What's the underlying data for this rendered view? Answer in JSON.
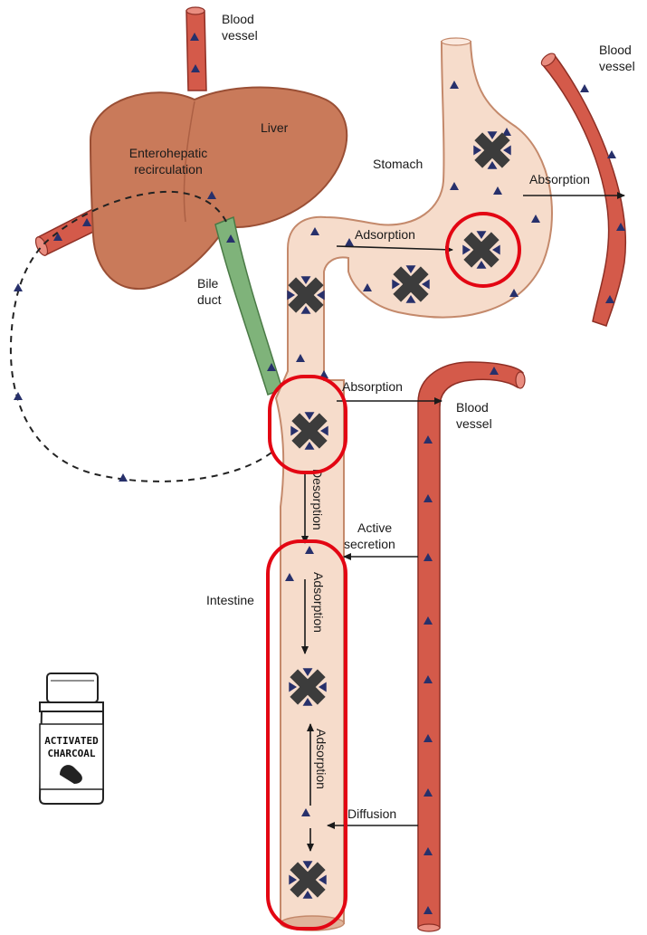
{
  "labels": {
    "blood_vessel_top": [
      "Blood",
      "vessel"
    ],
    "blood_vessel_right": [
      "Blood",
      "vessel"
    ],
    "blood_vessel_mid": [
      "Blood",
      "vessel"
    ],
    "liver": "Liver",
    "enterohepatic": [
      "Enterohepatic",
      "recirculation"
    ],
    "stomach": "Stomach",
    "absorption_stomach": "Absorption",
    "adsorption_stomach": "Adsorption",
    "bile_duct": [
      "Bile",
      "duct"
    ],
    "absorption_intestine": "Absorption",
    "desorption": "Desorption",
    "active_secretion": [
      "Active",
      "secretion"
    ],
    "intestine": "Intestine",
    "adsorption_upper": "Adsorption",
    "adsorption_lower": "Adsorption",
    "diffusion": "Diffusion"
  },
  "jar": {
    "line1": "ACTIVATED",
    "line2": "CHARCOAL"
  },
  "colors": {
    "liver": "#c97a5a",
    "liver_dark": "#9a4f35",
    "gut": "#f6dccb",
    "gut_edge": "#c4896b",
    "vessel": "#d45a4a",
    "vessel_dark": "#8e2f25",
    "bile": "#7fb37a",
    "charcoal": "#3c3c3c",
    "marker": "#27306b",
    "highlight": "#e30613"
  }
}
